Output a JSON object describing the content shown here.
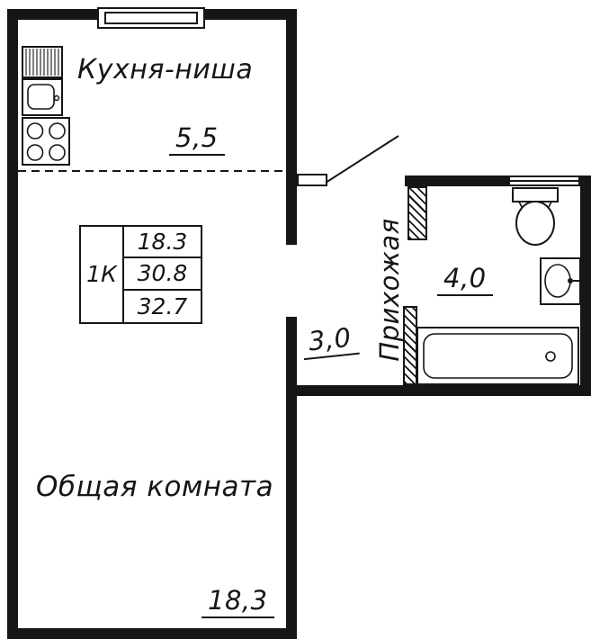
{
  "colors": {
    "line": "#161616",
    "background": "#ffffff"
  },
  "rooms": {
    "kitchen": {
      "label": "Кухня-ниша",
      "area": "5,5"
    },
    "hallway": {
      "label": "Прихожая",
      "area": "3,0"
    },
    "bathroom": {
      "area": "4,0"
    },
    "living": {
      "label": "Общая комната",
      "area": "18,3"
    }
  },
  "info_table": {
    "type": "1К",
    "values": [
      "18.3",
      "30.8",
      "32.7"
    ]
  },
  "icons": [
    "window-icon",
    "door-swing-icon",
    "dish-rack-icon",
    "kitchen-sink-icon",
    "stove-icon",
    "toilet-icon",
    "washbasin-icon",
    "bathtub-icon"
  ]
}
